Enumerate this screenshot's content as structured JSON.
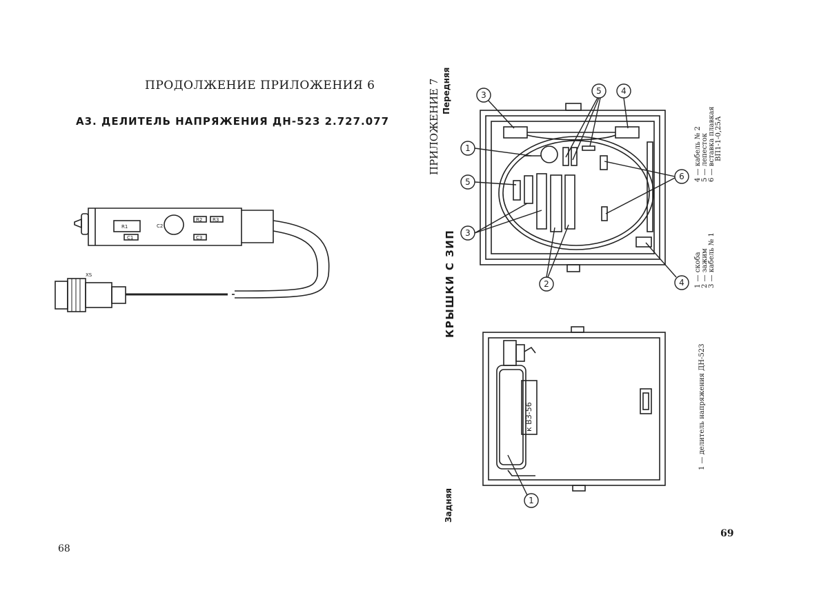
{
  "left_page": {
    "continuation_title": "ПРОДОЛЖЕНИЕ ПРИЛОЖЕНИЯ 6",
    "section_title": "А3. ДЕЛИТЕЛЬ НАПРЯЖЕНИЯ ДН-523 2.727.077",
    "page_number": "68",
    "probe_labels": {
      "r1": "R1",
      "c2": "C2",
      "r2": "R2",
      "r3": "R3",
      "c1": "C1",
      "c3": "C3",
      "xs": "XS"
    }
  },
  "right_page": {
    "appendix_title": "ПРИЛОЖЕНИЕ 7",
    "lid_title": "КРЫШКИ С ЗИП",
    "front_label": "Передняя",
    "back_label": "Задняя",
    "page_number": "69",
    "box_label": "к ВЗ-56",
    "legend_front": [
      "1 — скоба",
      "2 — зажим",
      "3 — кабель № 1",
      "4 — кабель № 2",
      "5 — лепесток",
      "6 — вставка плавкая",
      "ВП1-1-0,25А"
    ],
    "legend_back": "1 — делитель напряжения ДН-523",
    "callouts": [
      "1",
      "2",
      "3",
      "4",
      "5",
      "6"
    ]
  }
}
